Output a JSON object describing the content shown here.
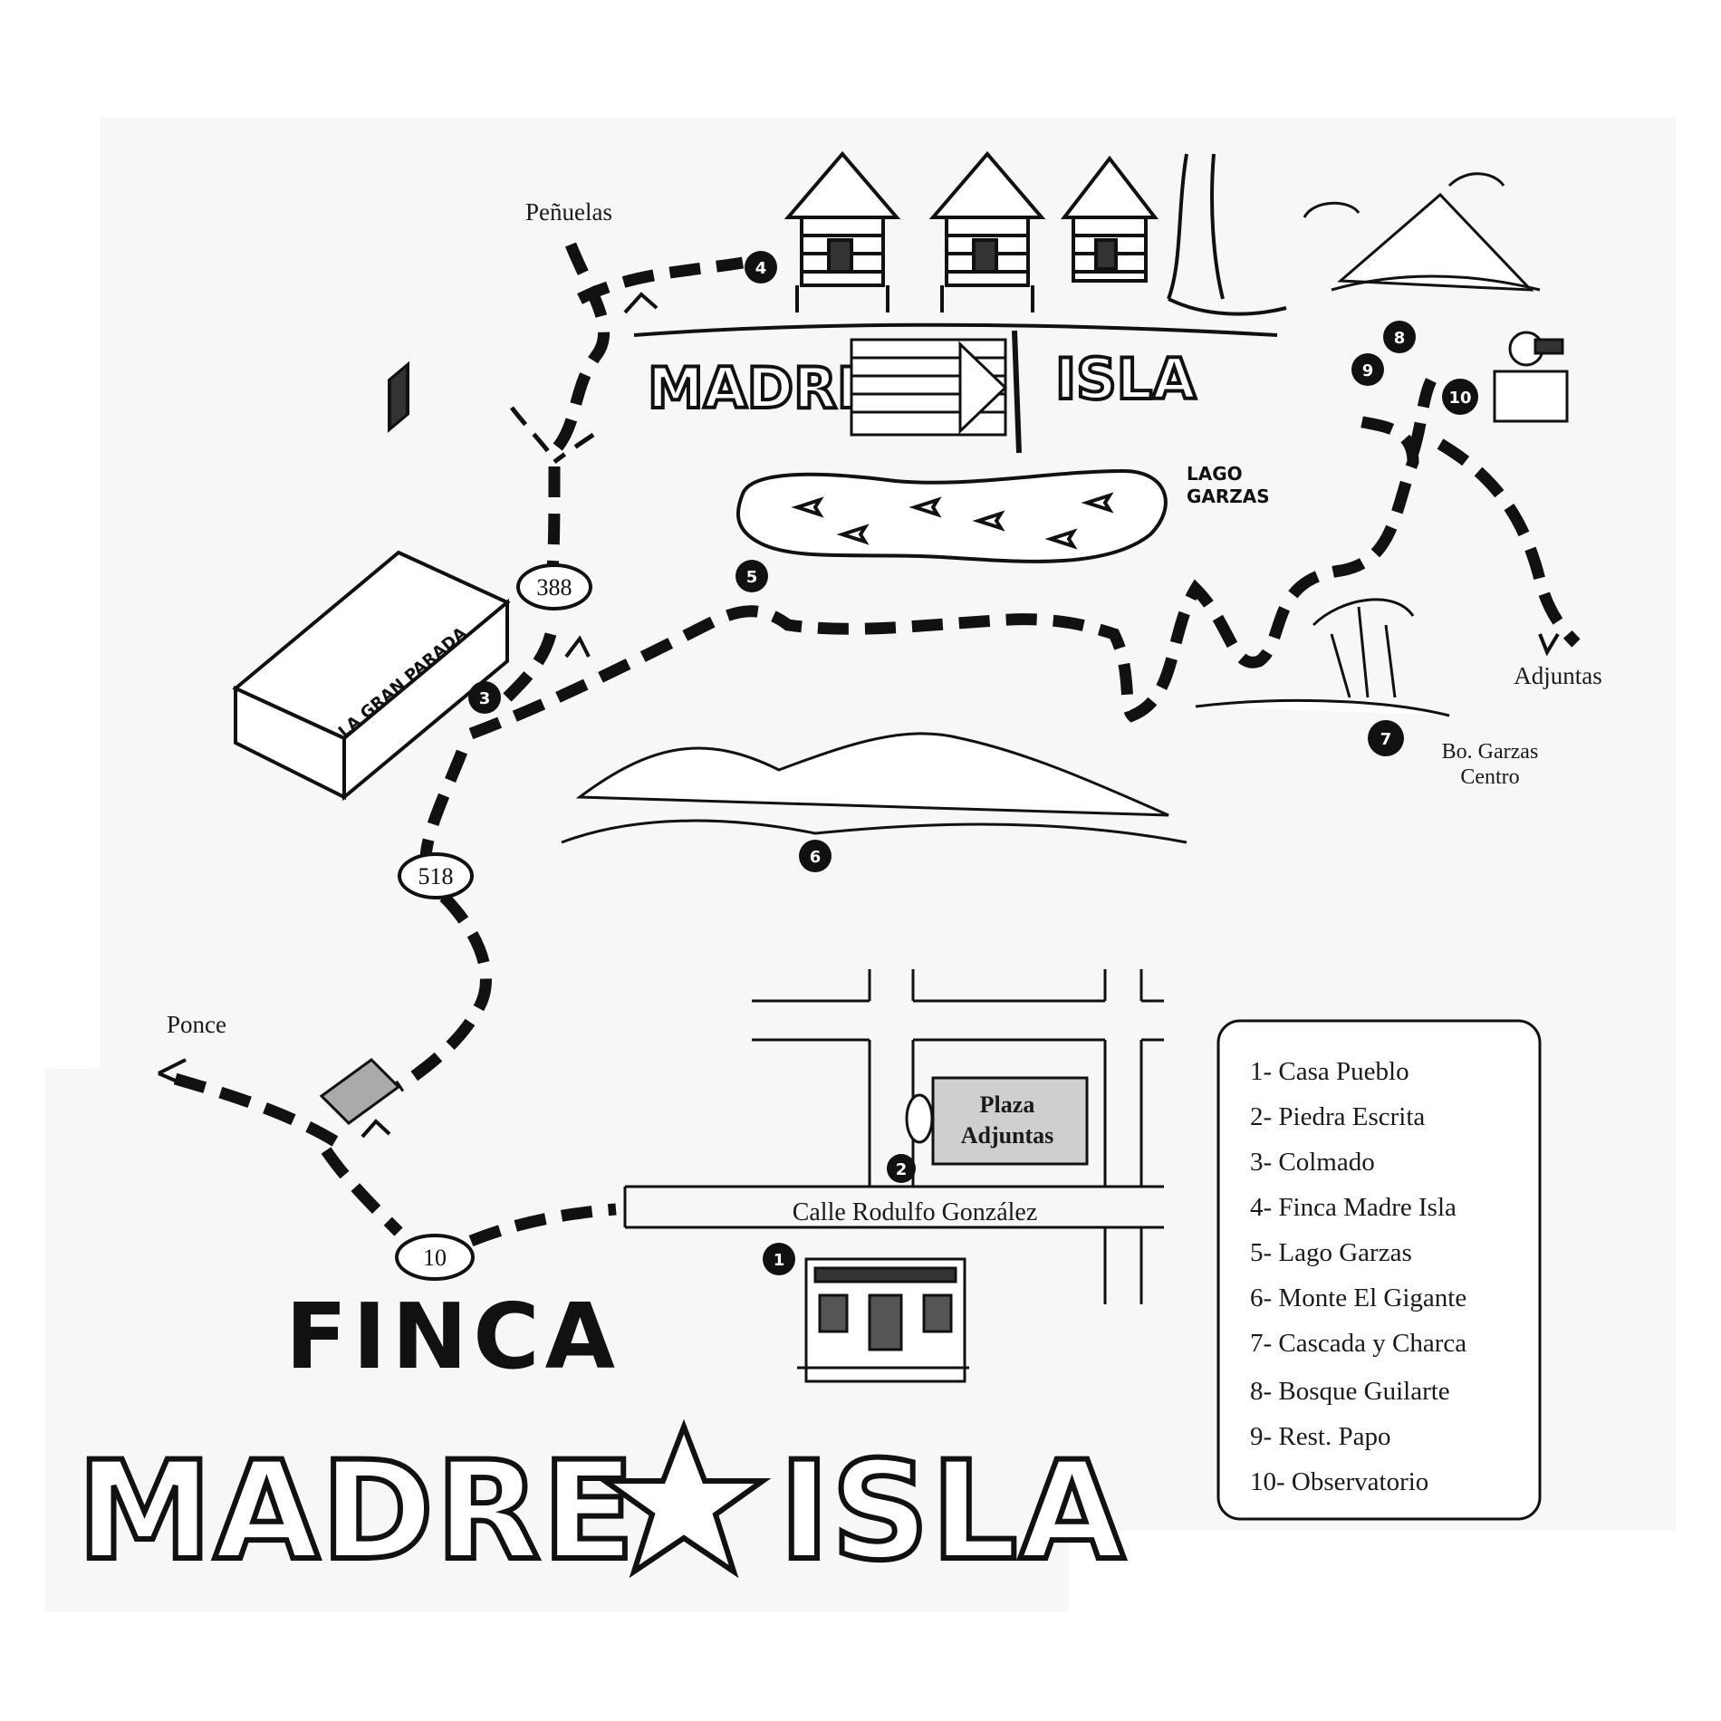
{
  "map": {
    "places": {
      "penuelas": "Peñuelas",
      "adjuntas": "Adjuntas",
      "ponce": "Ponce",
      "garzas_line1": "Bo. Garzas",
      "garzas_line2": "Centro",
      "lago_line1": "LAGO",
      "lago_line2": "GARZAS",
      "store_sign": "LA GRAN PARADA",
      "plaza_line1": "Plaza",
      "plaza_line2": "Adjuntas",
      "street": "Calle Rodulfo González",
      "farm_sign_left": "MADRE",
      "farm_sign_right": "ISLA"
    },
    "routes": [
      {
        "id": "r388",
        "label": "388"
      },
      {
        "id": "r518",
        "label": "518"
      },
      {
        "id": "r10",
        "label": "10"
      }
    ],
    "markers": [
      "1",
      "2",
      "3",
      "4",
      "5",
      "6",
      "7",
      "8",
      "9",
      "10"
    ]
  },
  "title": {
    "line1": "FINCA",
    "line2_left": "MADRE",
    "line2_right": "ISLA"
  },
  "legend": {
    "items": [
      "1- Casa Pueblo",
      "2- Piedra Escrita",
      "3- Colmado",
      "4- Finca Madre Isla",
      "5- Lago Garzas",
      "6- Monte El Gigante",
      "7- Cascada y Charca",
      "8- Bosque Guilarte",
      "9- Rest. Papo",
      "10- Observatorio"
    ]
  },
  "colors": {
    "ink": "#111111",
    "paper": "#ffffff",
    "plaza_fill": "#cfcfcf"
  }
}
